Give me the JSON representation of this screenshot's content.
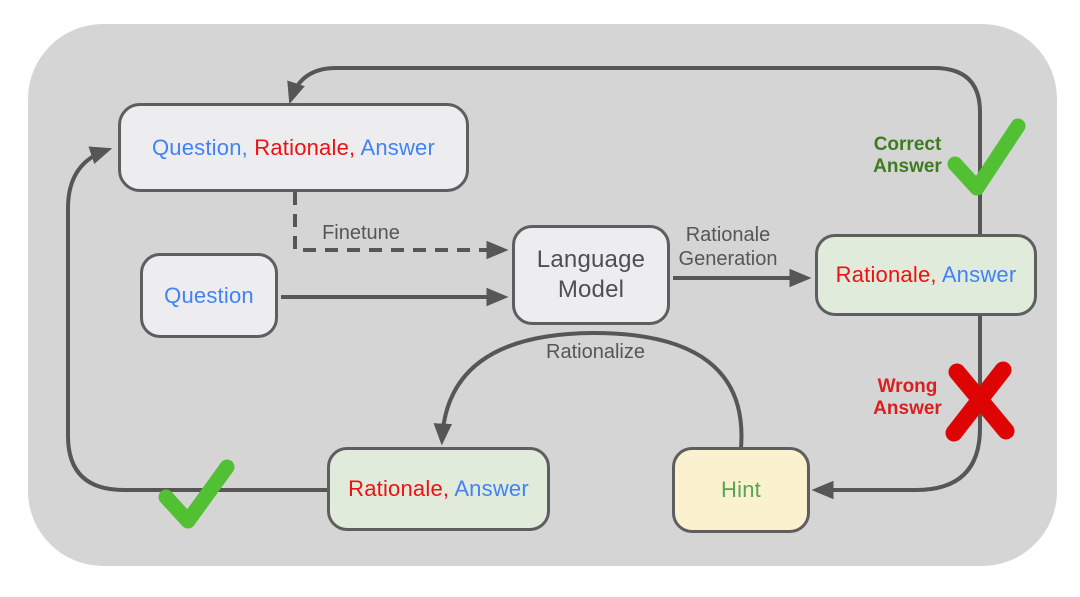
{
  "nodes": {
    "question_rationale_answer": {
      "question": "Question",
      "sep1": ", ",
      "rationale": "Rationale",
      "sep2": ", ",
      "answer": "Answer"
    },
    "question": {
      "label": "Question"
    },
    "language_model": {
      "line1": "Language",
      "line2": "Model"
    },
    "rationale_answer_right": {
      "rationale": "Rationale",
      "sep": ", ",
      "answer": "Answer"
    },
    "hint": {
      "label": "Hint"
    },
    "rationale_answer_bottom": {
      "rationale": "Rationale",
      "sep": ", ",
      "answer": "Answer"
    }
  },
  "edges": {
    "finetune": {
      "label": "Finetune"
    },
    "rationale_generation": {
      "line1": "Rationale",
      "line2": "Generation"
    },
    "rationalize": {
      "label": "Rationalize"
    },
    "correct_answer": {
      "line1": "Correct",
      "line2": "Answer"
    },
    "wrong_answer": {
      "line1": "Wrong",
      "line2": "Answer"
    }
  },
  "icons": {
    "correct_check": "green-checkmark",
    "loop_check": "green-checkmark",
    "wrong_cross": "red-cross"
  },
  "colors": {
    "question_answer_blue": "#4183F4",
    "rationale_red": "#EE1111",
    "hint_text_green": "#5BA355",
    "correct_label_green": "#3E7C1F",
    "wrong_label_red": "#D92020",
    "checkmark_green": "#52C033",
    "cross_red": "#DE0404",
    "node_border_gray": "#5E5E5E",
    "arrow_gray": "#565656",
    "gray_node_fill": "#EDEDEF",
    "green_node_fill": "#E0EBDB",
    "yellow_node_fill": "#FAF2CE",
    "canvas_background": "#D5D5D5",
    "page_background": "#FFFFFF"
  }
}
